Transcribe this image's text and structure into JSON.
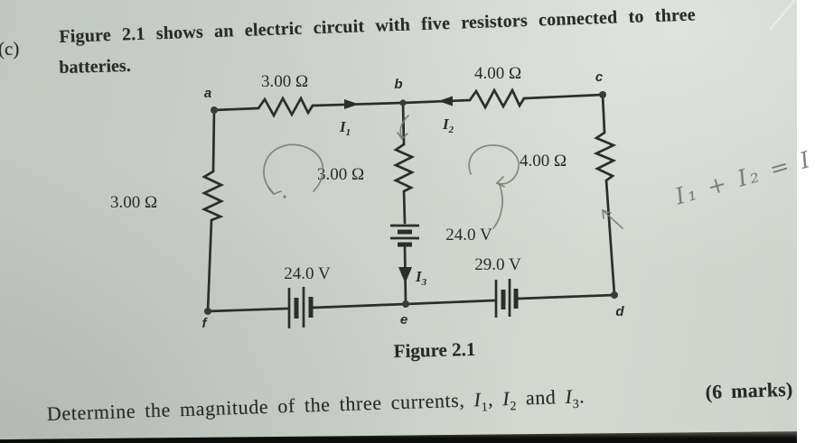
{
  "page": {
    "part_label": "(c)",
    "intro_line1": "Figure 2.1 shows an electric circuit with five resistors connected to three",
    "intro_line2": "batteries.",
    "figure_caption": "Figure 2.1"
  },
  "question": {
    "prefix": "Determine the magnitude of the three currents, ",
    "i1": "I",
    "i1_sub": "1",
    "comma": ", ",
    "i2": "I",
    "i2_sub": "2",
    "and_word": " and ",
    "i3": "I",
    "i3_sub": "3",
    "period": ".",
    "marks": "(6 marks)"
  },
  "circuit": {
    "node_labels": {
      "a": "a",
      "b": "b",
      "c": "c",
      "d": "d",
      "e": "e",
      "f": "f"
    },
    "resistor_labels": {
      "top_left": "3.00 Ω",
      "top_right": "4.00 Ω",
      "left_branch": "3.00 Ω",
      "middle_branch": "3.00 Ω",
      "right_branch": "4.00 Ω"
    },
    "battery_labels": {
      "middle": "24.0 V",
      "bottom_left": "24.0 V",
      "bottom_right": "29.0 V"
    },
    "current_labels": {
      "i1": "I",
      "i1_sub": "1",
      "i2": "I",
      "i2_sub": "2",
      "i3": "I",
      "i3_sub": "3"
    }
  },
  "annotations": {
    "handwritten_equation": "I₁ + I₂ = I"
  },
  "colors": {
    "paper": "#cdd3cc",
    "ink": "#2d2d2b",
    "pencil": "#767c73",
    "bottom_edge": "#0d0d0d"
  }
}
